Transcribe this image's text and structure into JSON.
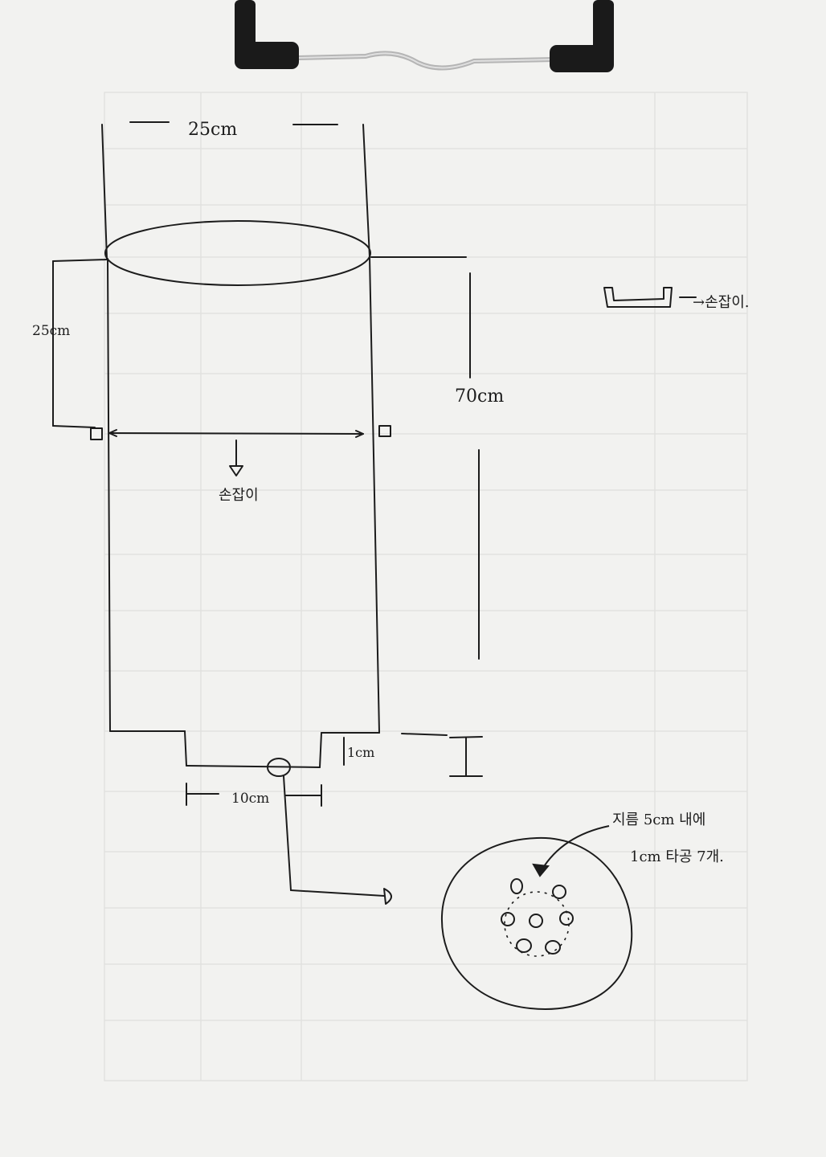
{
  "colors": {
    "paper": "#f7f7f5",
    "ink": "#1c1c1c",
    "faint_grid": "#d9d9d6",
    "clip_body": "#1a1a1a",
    "clip_wire": "#b9b9b9"
  },
  "drawing": {
    "label_top_width": "25cm",
    "label_left_height": "25cm",
    "label_right_height": "70cm",
    "label_handle_arrow": "손잡이",
    "label_handle_detail": "→손잡이.",
    "label_bottom_width": "10cm",
    "label_bottom_step": "1cm",
    "note_line_1": "지름 5cm 내에",
    "note_line_2": "1cm 타공 7개."
  },
  "icons": {
    "clip": "binder-clip-icon",
    "hole": "circle-hole-icon"
  }
}
